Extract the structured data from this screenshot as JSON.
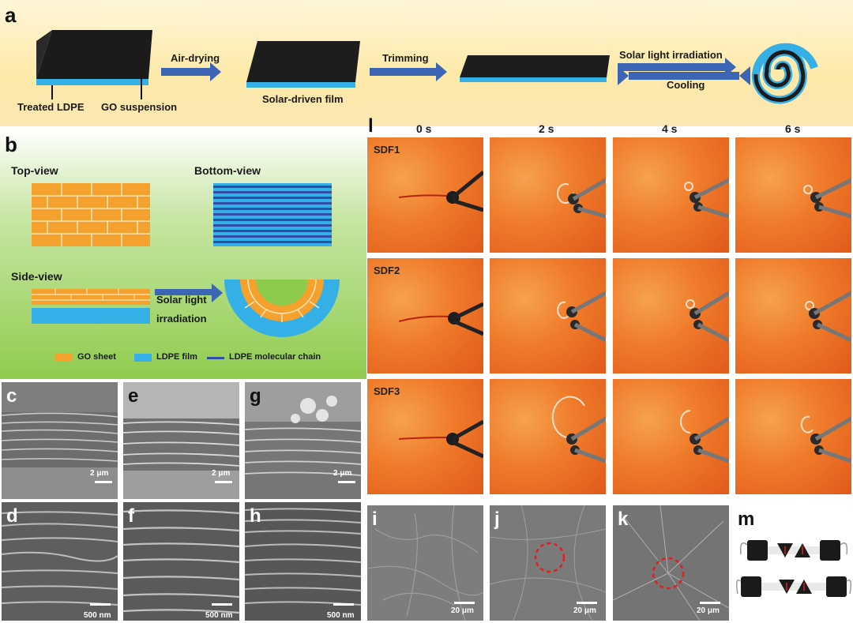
{
  "panel_a": {
    "letter": "a",
    "labels": {
      "treated_ldpe": "Treated LDPE",
      "go_suspension": "GO suspension",
      "air_drying": "Air-drying",
      "solar_driven_film": "Solar-driven film",
      "trimming": "Trimming",
      "solar_light_irradiation": "Solar light irradiation",
      "cooling": "Cooling"
    }
  },
  "panel_b": {
    "letter": "b",
    "top_view": "Top-view",
    "bottom_view": "Bottom-view",
    "side_view": "Side-view",
    "arrow_label_1": "Solar light",
    "arrow_label_2": "irradiation",
    "legend": {
      "go_sheet": "GO sheet",
      "ldpe_film": "LDPE film",
      "ldpe_chain": "LDPE molecular chain"
    },
    "colors": {
      "go": "#f5a12d",
      "ldpe": "#34b0e6",
      "chain": "#2e4fa3"
    }
  },
  "sem_panels": {
    "c": {
      "letter": "c",
      "scale": "2 μm"
    },
    "d": {
      "letter": "d",
      "scale": "500 nm"
    },
    "e": {
      "letter": "e",
      "scale": "2 μm"
    },
    "f": {
      "letter": "f",
      "scale": "500 nm"
    },
    "g": {
      "letter": "g",
      "scale": "2 μm"
    },
    "h": {
      "letter": "h",
      "scale": "500 nm"
    },
    "i": {
      "letter": "i",
      "scale": "20 μm"
    },
    "j": {
      "letter": "j",
      "scale": "20 μm"
    },
    "k": {
      "letter": "k",
      "scale": "20 μm"
    }
  },
  "panel_l": {
    "letter": "l",
    "times": [
      "0 s",
      "2 s",
      "4 s",
      "6 s"
    ],
    "rows": [
      "SDF1",
      "SDF2",
      "SDF3"
    ]
  },
  "panel_m": {
    "letter": "m"
  }
}
